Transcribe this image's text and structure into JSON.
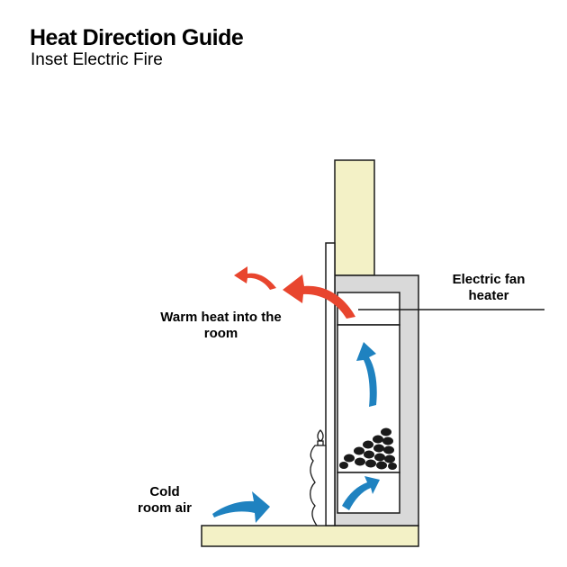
{
  "header": {
    "title": "Heat Direction Guide",
    "subtitle": "Inset Electric Fire"
  },
  "labels": {
    "fan_heater_line1": "Electric fan",
    "fan_heater_line2": "heater",
    "warm_heat_line1": "Warm heat into the",
    "warm_heat_line2": "room",
    "cold_air_line1": "Cold",
    "cold_air_line2": "room air"
  },
  "colors": {
    "wall": "#f3f1c6",
    "firebox": "#d9d9d9",
    "warm_arrow": "#e8452e",
    "cold_arrow": "#1f82c0",
    "outline": "#1a1a1a"
  }
}
